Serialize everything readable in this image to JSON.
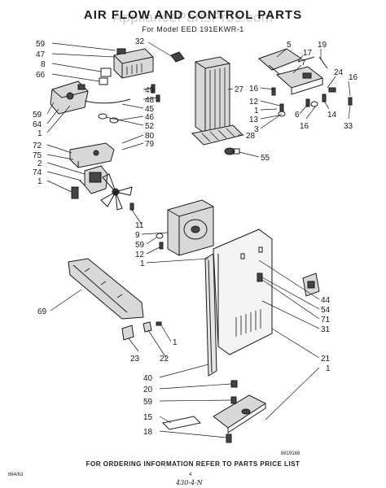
{
  "header": {
    "title": "AIR FLOW AND CONTROL PARTS",
    "subtitle": "For Model EED 191EKWR-1",
    "watermark": "AppliancePartsPros.com"
  },
  "callouts": [
    {
      "id": "c59a",
      "text": "59"
    },
    {
      "id": "c47",
      "text": "47"
    },
    {
      "id": "c8",
      "text": "8"
    },
    {
      "id": "c66",
      "text": "66"
    },
    {
      "id": "c32",
      "text": "32"
    },
    {
      "id": "c49",
      "text": "49"
    },
    {
      "id": "c48",
      "text": "48"
    },
    {
      "id": "c45",
      "text": "45"
    },
    {
      "id": "c46",
      "text": "46"
    },
    {
      "id": "c52",
      "text": "52"
    },
    {
      "id": "c80",
      "text": "80"
    },
    {
      "id": "c79",
      "text": "79"
    },
    {
      "id": "c59b",
      "text": "59"
    },
    {
      "id": "c64",
      "text": "64"
    },
    {
      "id": "c1a",
      "text": "1"
    },
    {
      "id": "c72",
      "text": "72"
    },
    {
      "id": "c75",
      "text": "75"
    },
    {
      "id": "c2",
      "text": "2"
    },
    {
      "id": "c74",
      "text": "74"
    },
    {
      "id": "c1b",
      "text": "1"
    },
    {
      "id": "c27",
      "text": "27"
    },
    {
      "id": "c5",
      "text": "5"
    },
    {
      "id": "c19",
      "text": "19"
    },
    {
      "id": "c17",
      "text": "17"
    },
    {
      "id": "c7",
      "text": "7"
    },
    {
      "id": "c16a",
      "text": "16"
    },
    {
      "id": "c24",
      "text": "24"
    },
    {
      "id": "c16b",
      "text": "16"
    },
    {
      "id": "c12a",
      "text": "12"
    },
    {
      "id": "c1c",
      "text": "1"
    },
    {
      "id": "c13",
      "text": "13"
    },
    {
      "id": "c3",
      "text": "3"
    },
    {
      "id": "c6",
      "text": "6"
    },
    {
      "id": "c16c",
      "text": "16"
    },
    {
      "id": "c14",
      "text": "14"
    },
    {
      "id": "c33",
      "text": "33"
    },
    {
      "id": "c28",
      "text": "28"
    },
    {
      "id": "c55",
      "text": "55"
    },
    {
      "id": "c11",
      "text": "11"
    },
    {
      "id": "c9",
      "text": "9"
    },
    {
      "id": "c59c",
      "text": "59"
    },
    {
      "id": "c12b",
      "text": "12"
    },
    {
      "id": "c1d",
      "text": "1"
    },
    {
      "id": "c69",
      "text": "69"
    },
    {
      "id": "c44",
      "text": "44"
    },
    {
      "id": "c54",
      "text": "54"
    },
    {
      "id": "c71",
      "text": "71"
    },
    {
      "id": "c31",
      "text": "31"
    },
    {
      "id": "c21",
      "text": "21"
    },
    {
      "id": "c1e",
      "text": "1"
    },
    {
      "id": "c1f",
      "text": "1"
    },
    {
      "id": "c23",
      "text": "23"
    },
    {
      "id": "c22",
      "text": "22"
    },
    {
      "id": "c40",
      "text": "40"
    },
    {
      "id": "c20",
      "text": "20"
    },
    {
      "id": "c59d",
      "text": "59"
    },
    {
      "id": "c15",
      "text": "15"
    },
    {
      "id": "c18",
      "text": "18"
    }
  ],
  "footer": {
    "text": "FOR ORDERING INFORMATION REFER TO PARTS PRICE LIST",
    "code_right": "8819168",
    "code_left": "864/63",
    "page": "4",
    "handwritten": "430-4-N"
  }
}
